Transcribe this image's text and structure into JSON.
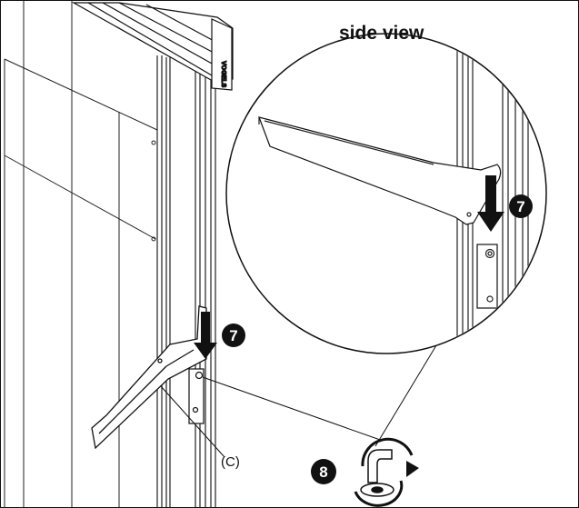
{
  "diagram": {
    "inset_title": "side view",
    "part_label": "(C)",
    "brand_mark": "VOGELS",
    "steps": [
      {
        "number": "7",
        "icon": "arrow-down-icon"
      },
      {
        "number": "7",
        "icon": "arrow-down-icon"
      },
      {
        "number": "8",
        "icon": "rotate-clockwise-icon"
      }
    ]
  },
  "colors": {
    "line": "#111111",
    "fill": "#ffffff",
    "badge": "#111111"
  }
}
